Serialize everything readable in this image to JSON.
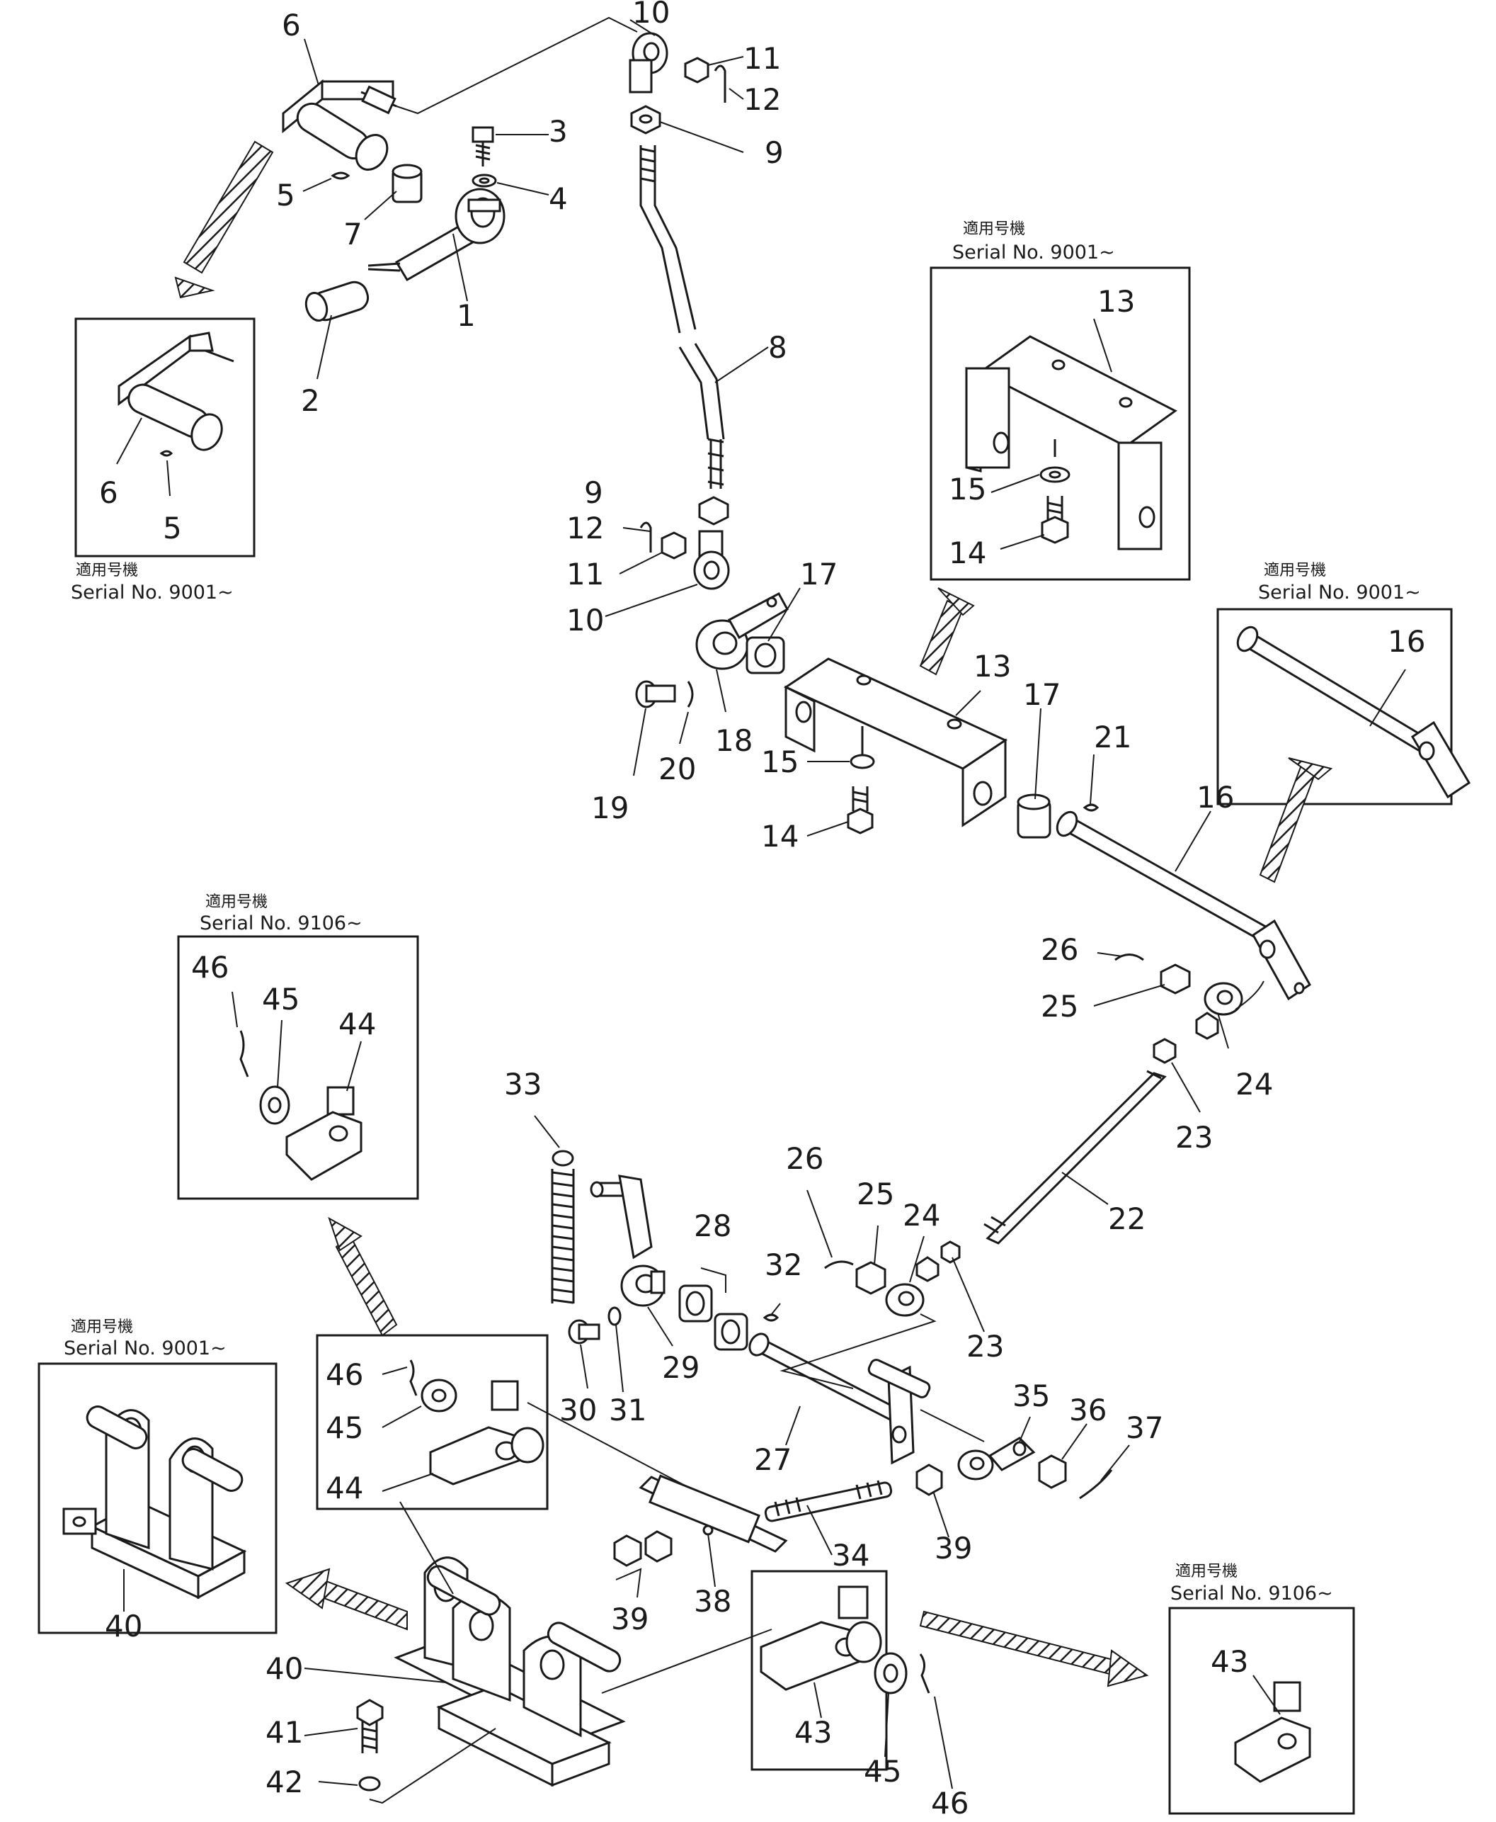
{
  "callouts": [
    {
      "id": "c6a",
      "text": "6"
    },
    {
      "id": "c10a",
      "text": "10"
    },
    {
      "id": "c11a",
      "text": "11"
    },
    {
      "id": "c12a",
      "text": "12"
    },
    {
      "id": "c9a",
      "text": "9"
    },
    {
      "id": "c3",
      "text": "3"
    },
    {
      "id": "c4",
      "text": "4"
    },
    {
      "id": "c5a",
      "text": "5"
    },
    {
      "id": "c7",
      "text": "7"
    },
    {
      "id": "c1",
      "text": "1"
    },
    {
      "id": "c2",
      "text": "2"
    },
    {
      "id": "c6b",
      "text": "6"
    },
    {
      "id": "c5b",
      "text": "5"
    },
    {
      "id": "c8",
      "text": "8"
    },
    {
      "id": "c13a",
      "text": "13"
    },
    {
      "id": "c15a",
      "text": "15"
    },
    {
      "id": "c14a",
      "text": "14"
    },
    {
      "id": "c9b",
      "text": "9"
    },
    {
      "id": "c12b",
      "text": "12"
    },
    {
      "id": "c11b",
      "text": "11"
    },
    {
      "id": "c10b",
      "text": "10"
    },
    {
      "id": "c17a",
      "text": "17"
    },
    {
      "id": "c13b",
      "text": "13"
    },
    {
      "id": "c17b",
      "text": "17"
    },
    {
      "id": "c21",
      "text": "21"
    },
    {
      "id": "c16a",
      "text": "16"
    },
    {
      "id": "c16b",
      "text": "16"
    },
    {
      "id": "c19",
      "text": "19"
    },
    {
      "id": "c20",
      "text": "20"
    },
    {
      "id": "c18",
      "text": "18"
    },
    {
      "id": "c15b",
      "text": "15"
    },
    {
      "id": "c14b",
      "text": "14"
    },
    {
      "id": "c26a",
      "text": "26"
    },
    {
      "id": "c25a",
      "text": "25"
    },
    {
      "id": "c24a",
      "text": "24"
    },
    {
      "id": "c23a",
      "text": "23"
    },
    {
      "id": "c22",
      "text": "22"
    },
    {
      "id": "c46a",
      "text": "46"
    },
    {
      "id": "c45a",
      "text": "45"
    },
    {
      "id": "c44a",
      "text": "44"
    },
    {
      "id": "c33",
      "text": "33"
    },
    {
      "id": "c26b",
      "text": "26"
    },
    {
      "id": "c25b",
      "text": "25"
    },
    {
      "id": "c24b",
      "text": "24"
    },
    {
      "id": "c28",
      "text": "28"
    },
    {
      "id": "c32",
      "text": "32"
    },
    {
      "id": "c23b",
      "text": "23"
    },
    {
      "id": "c30",
      "text": "30"
    },
    {
      "id": "c31",
      "text": "31"
    },
    {
      "id": "c29",
      "text": "29"
    },
    {
      "id": "c27",
      "text": "27"
    },
    {
      "id": "c35",
      "text": "35"
    },
    {
      "id": "c36",
      "text": "36"
    },
    {
      "id": "c37",
      "text": "37"
    },
    {
      "id": "c46b",
      "text": "46"
    },
    {
      "id": "c45b",
      "text": "45"
    },
    {
      "id": "c44b",
      "text": "44"
    },
    {
      "id": "c34",
      "text": "34"
    },
    {
      "id": "c39a",
      "text": "39"
    },
    {
      "id": "c40a",
      "text": "40"
    },
    {
      "id": "c39b",
      "text": "39"
    },
    {
      "id": "c38",
      "text": "38"
    },
    {
      "id": "c40b",
      "text": "40"
    },
    {
      "id": "c41",
      "text": "41"
    },
    {
      "id": "c42",
      "text": "42"
    },
    {
      "id": "c43a",
      "text": "43"
    },
    {
      "id": "c45c",
      "text": "45"
    },
    {
      "id": "c46c",
      "text": "46"
    },
    {
      "id": "c43b",
      "text": "43"
    }
  ],
  "applicability_notes": [
    {
      "id": "n1",
      "jp": "適用号機",
      "serial": "Serial No. 9001~"
    },
    {
      "id": "n2",
      "jp": "適用号機",
      "serial": "Serial No. 9001~"
    },
    {
      "id": "n3",
      "jp": "適用号機",
      "serial": "Serial No. 9001~"
    },
    {
      "id": "n4",
      "jp": "適用号機",
      "serial": "Serial No. 9106~"
    },
    {
      "id": "n5",
      "jp": "適用号機",
      "serial": "Serial No. 9001~"
    },
    {
      "id": "n6",
      "jp": "適用号機",
      "serial": "Serial No. 9106~"
    }
  ]
}
